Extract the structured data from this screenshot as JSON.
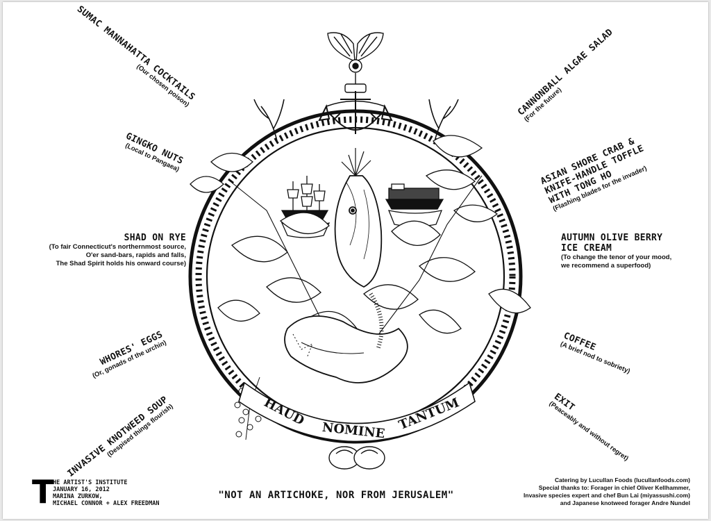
{
  "menu": {
    "left": [
      {
        "title": "SUMAC MANNAHATTA COCKTAILS",
        "desc": [
          "(Our chosen poison)"
        ]
      },
      {
        "title": "GINGKO NUTS",
        "desc": [
          "(Local to Pangaea)"
        ]
      },
      {
        "title": "SHAD ON RYE",
        "desc": [
          "(To fair Connecticut's northernmost source,",
          "O'er sand-bars, rapids and falls,",
          "The Shad Spirit holds his onward course)"
        ]
      },
      {
        "title": "WHORES' EGGS",
        "desc": [
          "(Or, gonads of the urchin)"
        ]
      },
      {
        "title": "INVASIVE KNOTWEED SOUP",
        "desc": [
          "(Despised things flourish)"
        ]
      }
    ],
    "right": [
      {
        "title": "CANNONBALL ALGAE SALAD",
        "desc": [
          "(For the future)"
        ]
      },
      {
        "title": "ASIAN SHORE CRAB & KNIFE-HANDLE TOFFLE WITH TONG HO",
        "title_lines": [
          "ASIAN SHORE CRAB &",
          "KNIFE-HANDLE TOFFLE",
          "WITH TONG HO"
        ],
        "desc": [
          "(Flashing blades for the invader)"
        ]
      },
      {
        "title": "AUTUMN OLIVE BERRY ICE CREAM",
        "title_lines": [
          "AUTUMN OLIVE BERRY",
          "ICE CREAM"
        ],
        "desc": [
          "(To change the tenor of your mood,",
          "we recommend a superfood)"
        ]
      },
      {
        "title": "COFFEE",
        "desc": [
          "(A brief nod to sobriety)"
        ]
      },
      {
        "title": "EXIT",
        "desc": [
          "(Peaceably and without regret)"
        ]
      }
    ]
  },
  "seal": {
    "motto": [
      "HAUD",
      "NOMINE",
      "TANTUM"
    ]
  },
  "footer": {
    "title": "\"NOT AN ARTICHOKE, NOR FROM JERUSALEM\"",
    "logo_letter": "T",
    "colophon": [
      "HE ARTIST'S INSTITUTE",
      "JANUARY 16, 2012",
      "MARINA ZURKOW,",
      "MICHAEL CONNOR + ALEX FREEDMAN"
    ],
    "credits": [
      "Catering by Lucullan Foods (lucullanfoods.com)",
      "Special thanks to: Forager in chief Oliver Kellhammer,",
      "Invasive species expert and chef Bun Lai (miyassushi.com)",
      "and Japanese knotweed forager Andre Nundel"
    ]
  },
  "colors": {
    "ink": "#111111",
    "paper": "#ffffff",
    "backdrop": "#e9e9e9"
  }
}
